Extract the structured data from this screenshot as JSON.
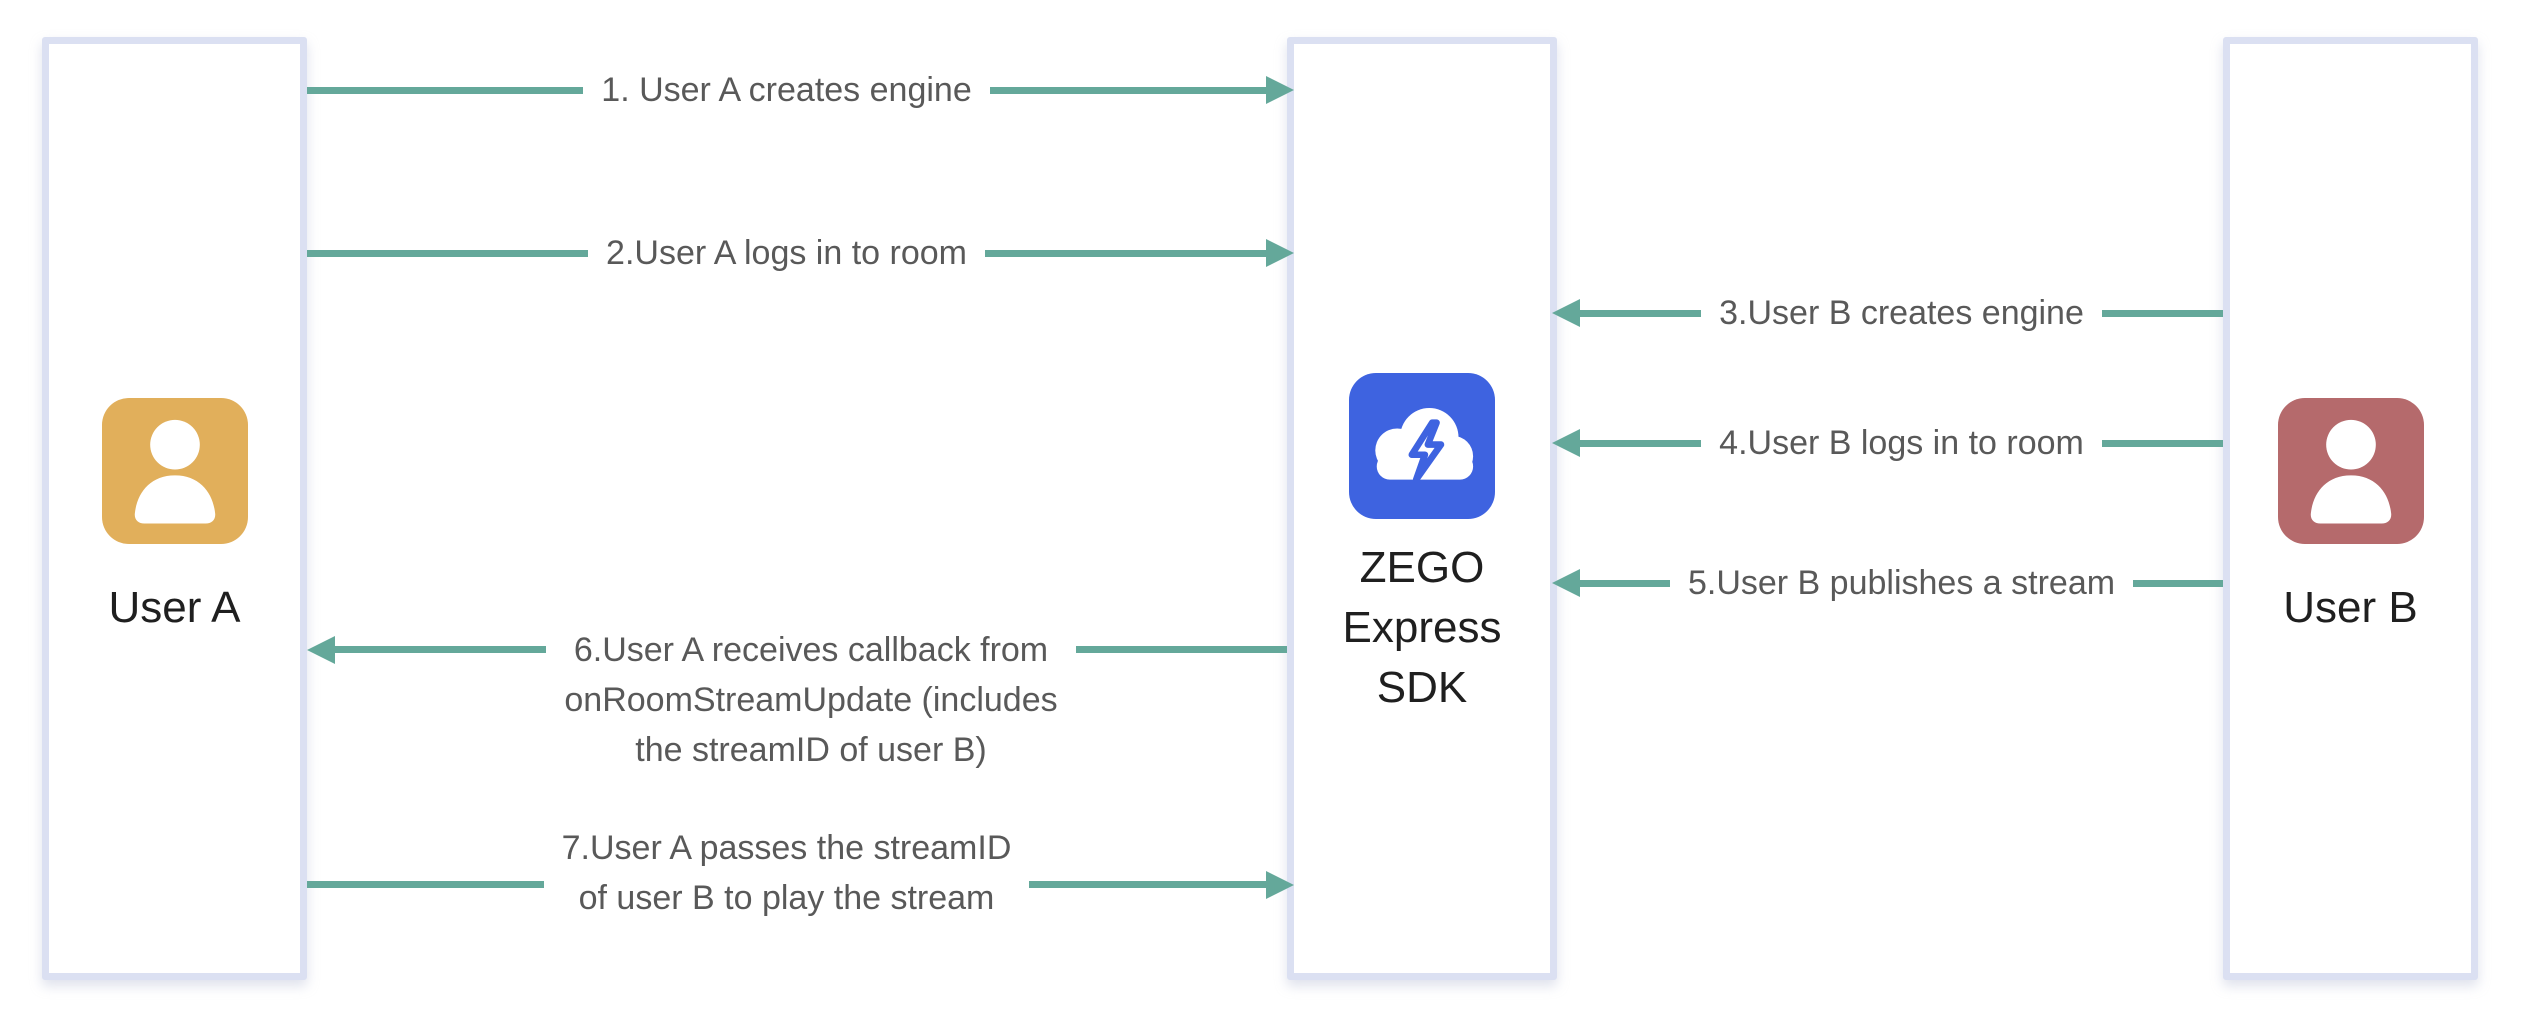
{
  "diagram": {
    "type": "sequence-diagram",
    "entities": [
      {
        "label": "User A",
        "icon": "person-icon"
      },
      {
        "label": "ZEGO Express SDK",
        "icon": "cloud-lightning-icon"
      },
      {
        "label": "User B",
        "icon": "person-icon"
      }
    ],
    "messages": [
      {
        "step": "1",
        "from": "User A",
        "to": "ZEGO Express SDK",
        "direction": "right",
        "lines": [
          "1. User A creates engine"
        ]
      },
      {
        "step": "2",
        "from": "User A",
        "to": "ZEGO Express SDK",
        "direction": "right",
        "lines": [
          "2.User A logs in to room"
        ]
      },
      {
        "step": "3",
        "from": "User B",
        "to": "ZEGO Express SDK",
        "direction": "left",
        "lines": [
          "3.User B creates engine"
        ]
      },
      {
        "step": "4",
        "from": "User B",
        "to": "ZEGO Express SDK",
        "direction": "left",
        "lines": [
          "4.User B logs in to room"
        ]
      },
      {
        "step": "5",
        "from": "User B",
        "to": "ZEGO Express SDK",
        "direction": "left",
        "lines": [
          "5.User B publishes a stream"
        ]
      },
      {
        "step": "6",
        "from": "ZEGO Express SDK",
        "to": "User A",
        "direction": "left",
        "lines": [
          "6.User A receives callback from",
          "onRoomStreamUpdate (includes",
          "the streamID of user B)"
        ]
      },
      {
        "step": "7",
        "from": "User A",
        "to": "ZEGO Express SDK",
        "direction": "right",
        "lines": [
          "7.User A passes the streamID",
          "of user B to play the stream"
        ]
      }
    ],
    "colors": {
      "arrow": "#64A89A",
      "boxBorder": "#DBE0F2",
      "userA": "#E1AF5B",
      "userB": "#B56A6C",
      "sdkBlue": "#3E63E0",
      "messageText": "#595959",
      "entityText": "#1F1F1F"
    }
  }
}
